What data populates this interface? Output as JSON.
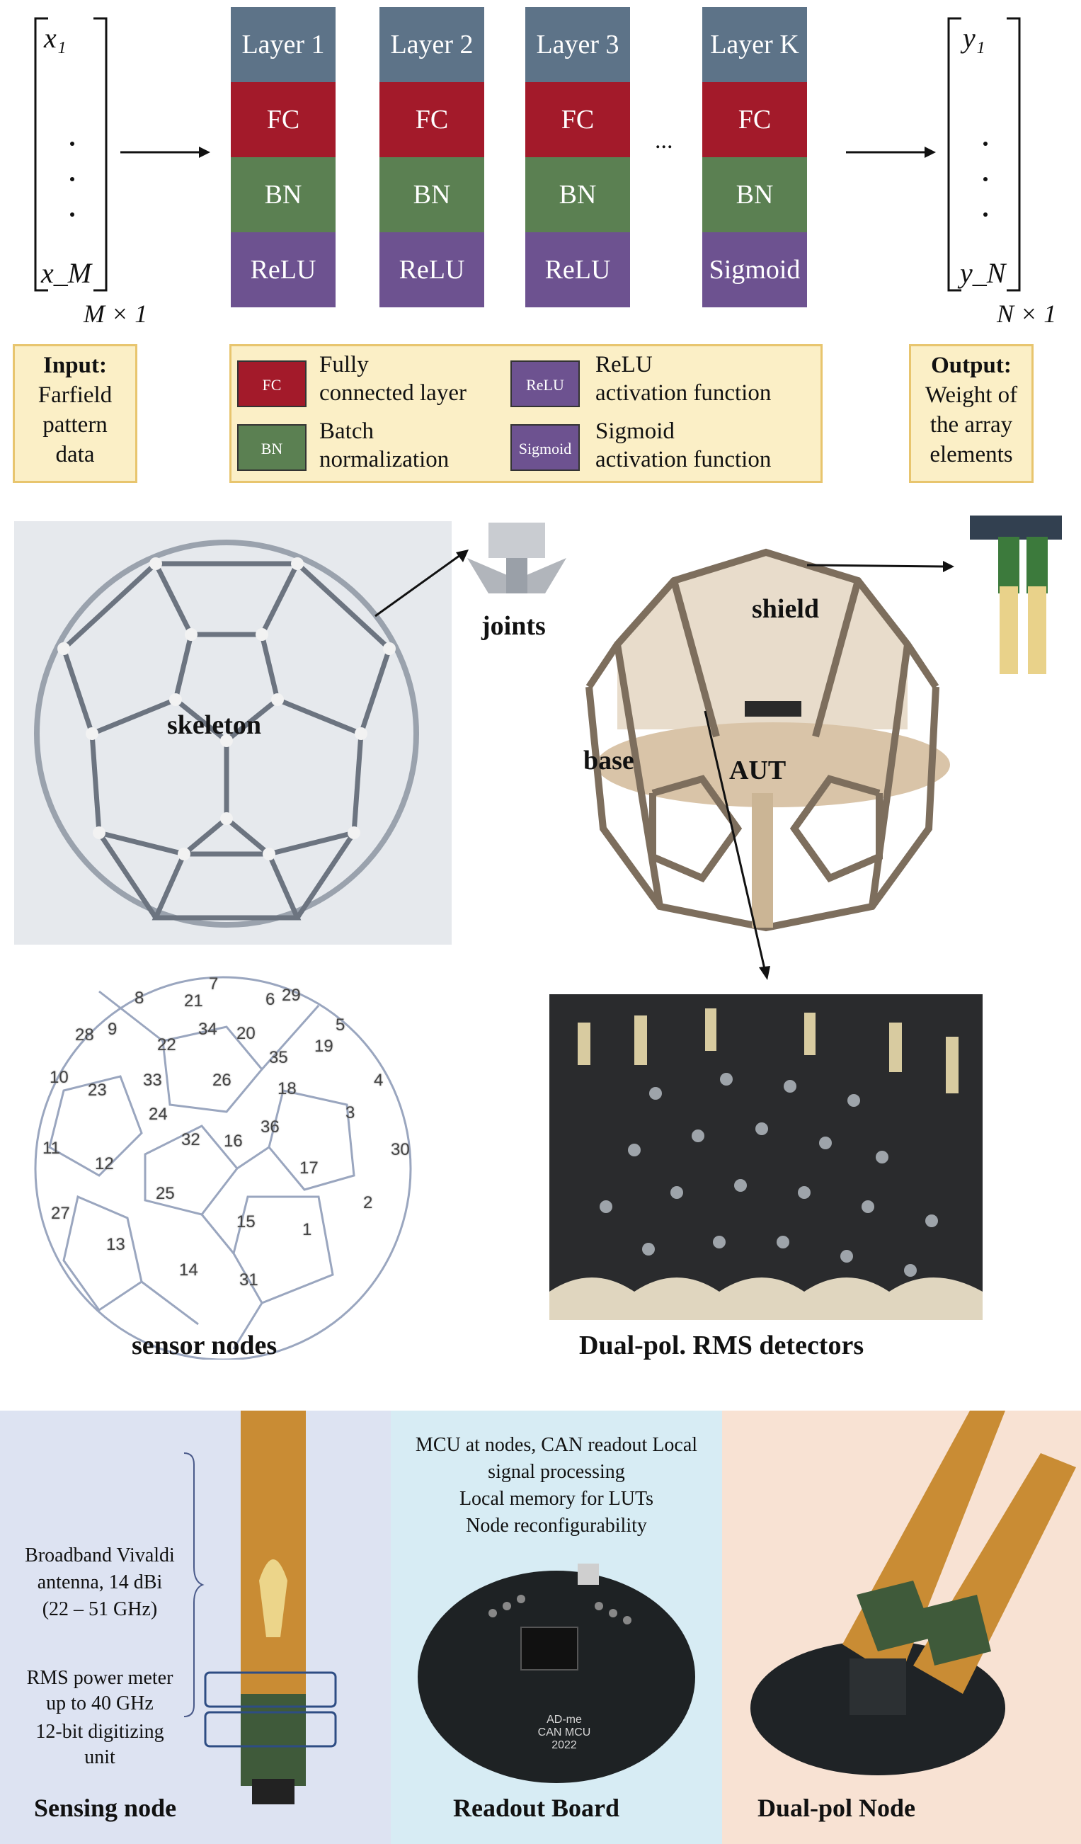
{
  "network": {
    "input_vector": {
      "top": "x₁",
      "bottom": "x_M",
      "dims": "M × 1"
    },
    "output_vector": {
      "top": "y₁",
      "bottom": "y_N",
      "dims": "N × 1"
    },
    "ellipsis": "...",
    "columns": [
      {
        "layer": "Layer 1",
        "fc": "FC",
        "bn": "BN",
        "act": "ReLU"
      },
      {
        "layer": "Layer 2",
        "fc": "FC",
        "bn": "BN",
        "act": "ReLU"
      },
      {
        "layer": "Layer 3",
        "fc": "FC",
        "bn": "BN",
        "act": "ReLU"
      },
      {
        "layer": "Layer K",
        "fc": "FC",
        "bn": "BN",
        "act": "Sigmoid"
      }
    ]
  },
  "input_box": {
    "title": "Input:",
    "lines": [
      "Farfield",
      "pattern",
      "data"
    ]
  },
  "output_box": {
    "title": "Output:",
    "lines": [
      "Weight of",
      "the array",
      "elements"
    ]
  },
  "legend": {
    "fc": {
      "swatch": "FC",
      "lines": [
        "Fully",
        "connected layer"
      ]
    },
    "bn": {
      "swatch": "BN",
      "lines": [
        "Batch",
        "normalization"
      ]
    },
    "relu": {
      "swatch": "ReLU",
      "lines": [
        "ReLU",
        "activation function"
      ]
    },
    "sigmoid": {
      "swatch": "Sigmoid",
      "lines": [
        "Sigmoid",
        "activation function"
      ]
    }
  },
  "photos": {
    "skeleton": "skeleton",
    "joints": "joints",
    "shield": "shield",
    "base": "base",
    "aut": "AUT",
    "sensor_nodes": "sensor nodes",
    "rms_detectors": "Dual-pol. RMS detectors"
  },
  "sensor_node_numbers": [
    "1",
    "2",
    "3",
    "4",
    "5",
    "6",
    "7",
    "8",
    "9",
    "10",
    "11",
    "12",
    "13",
    "14",
    "15",
    "16",
    "17",
    "18",
    "19",
    "20",
    "21",
    "22",
    "23",
    "24",
    "25",
    "26",
    "27",
    "28",
    "29",
    "30",
    "31",
    "32",
    "33",
    "34",
    "35",
    "36"
  ],
  "bottom": {
    "sensing": {
      "title": "Sensing node",
      "antenna": [
        "Broadband Vivaldi",
        "antenna, 14 dBi",
        "(22 – 51 GHz)"
      ],
      "rms": [
        "RMS power meter",
        "up to 40 GHz"
      ],
      "digitizer": [
        "12-bit digitizing",
        "unit"
      ]
    },
    "readout": {
      "title": "Readout Board",
      "lines": [
        "MCU at nodes, CAN readout Local",
        "signal processing",
        "Local memory for LUTs",
        "Node reconfigurability"
      ],
      "board_text": [
        "AD-me",
        "CAN MCU",
        "2022"
      ]
    },
    "dualpol": {
      "title": "Dual-pol Node"
    }
  },
  "colors": {
    "layer": "#5d7388",
    "fc": "#a31a2a",
    "bn": "#5b8052",
    "act": "#6d5290",
    "note_bg": "#fbefc6",
    "note_border": "#e8c56e",
    "panel_blue": "#dde3f2",
    "panel_cyan": "#d7ecf4",
    "panel_peach": "#f8e2d3"
  }
}
